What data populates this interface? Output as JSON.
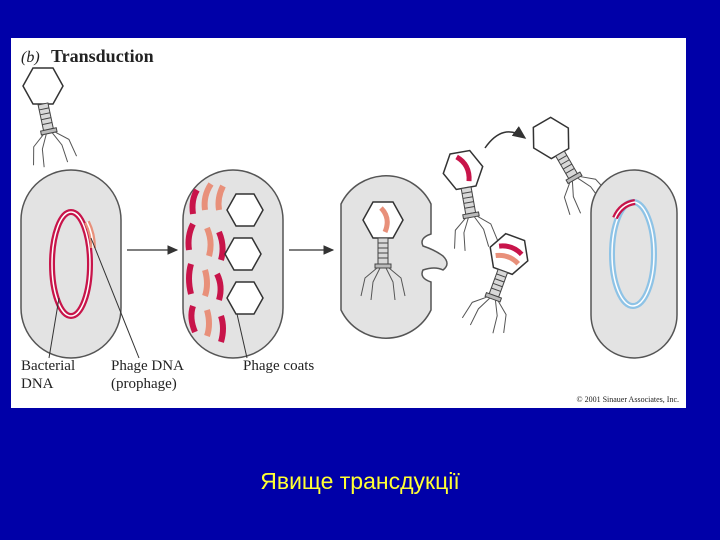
{
  "figure": {
    "panel_letter": "(b)",
    "title": "Transduction",
    "labels": {
      "bacterial_dna_line1": "Bacterial",
      "bacterial_dna_line2": "DNA",
      "phage_dna_line1": "Phage DNA",
      "phage_dna_line2": "(prophage)",
      "phage_coats": "Phage coats"
    },
    "copyright": "© 2001 Sinauer Associates, Inc."
  },
  "caption": "Явище трансдукції",
  "colors": {
    "background": "#0000a8",
    "caption": "#ffff33",
    "bacterial_dna": "#c8144a",
    "phage_dna": "#e8907a",
    "recipient_dna": "#8ec3e6",
    "cell_fill": "#e3e3e3"
  }
}
